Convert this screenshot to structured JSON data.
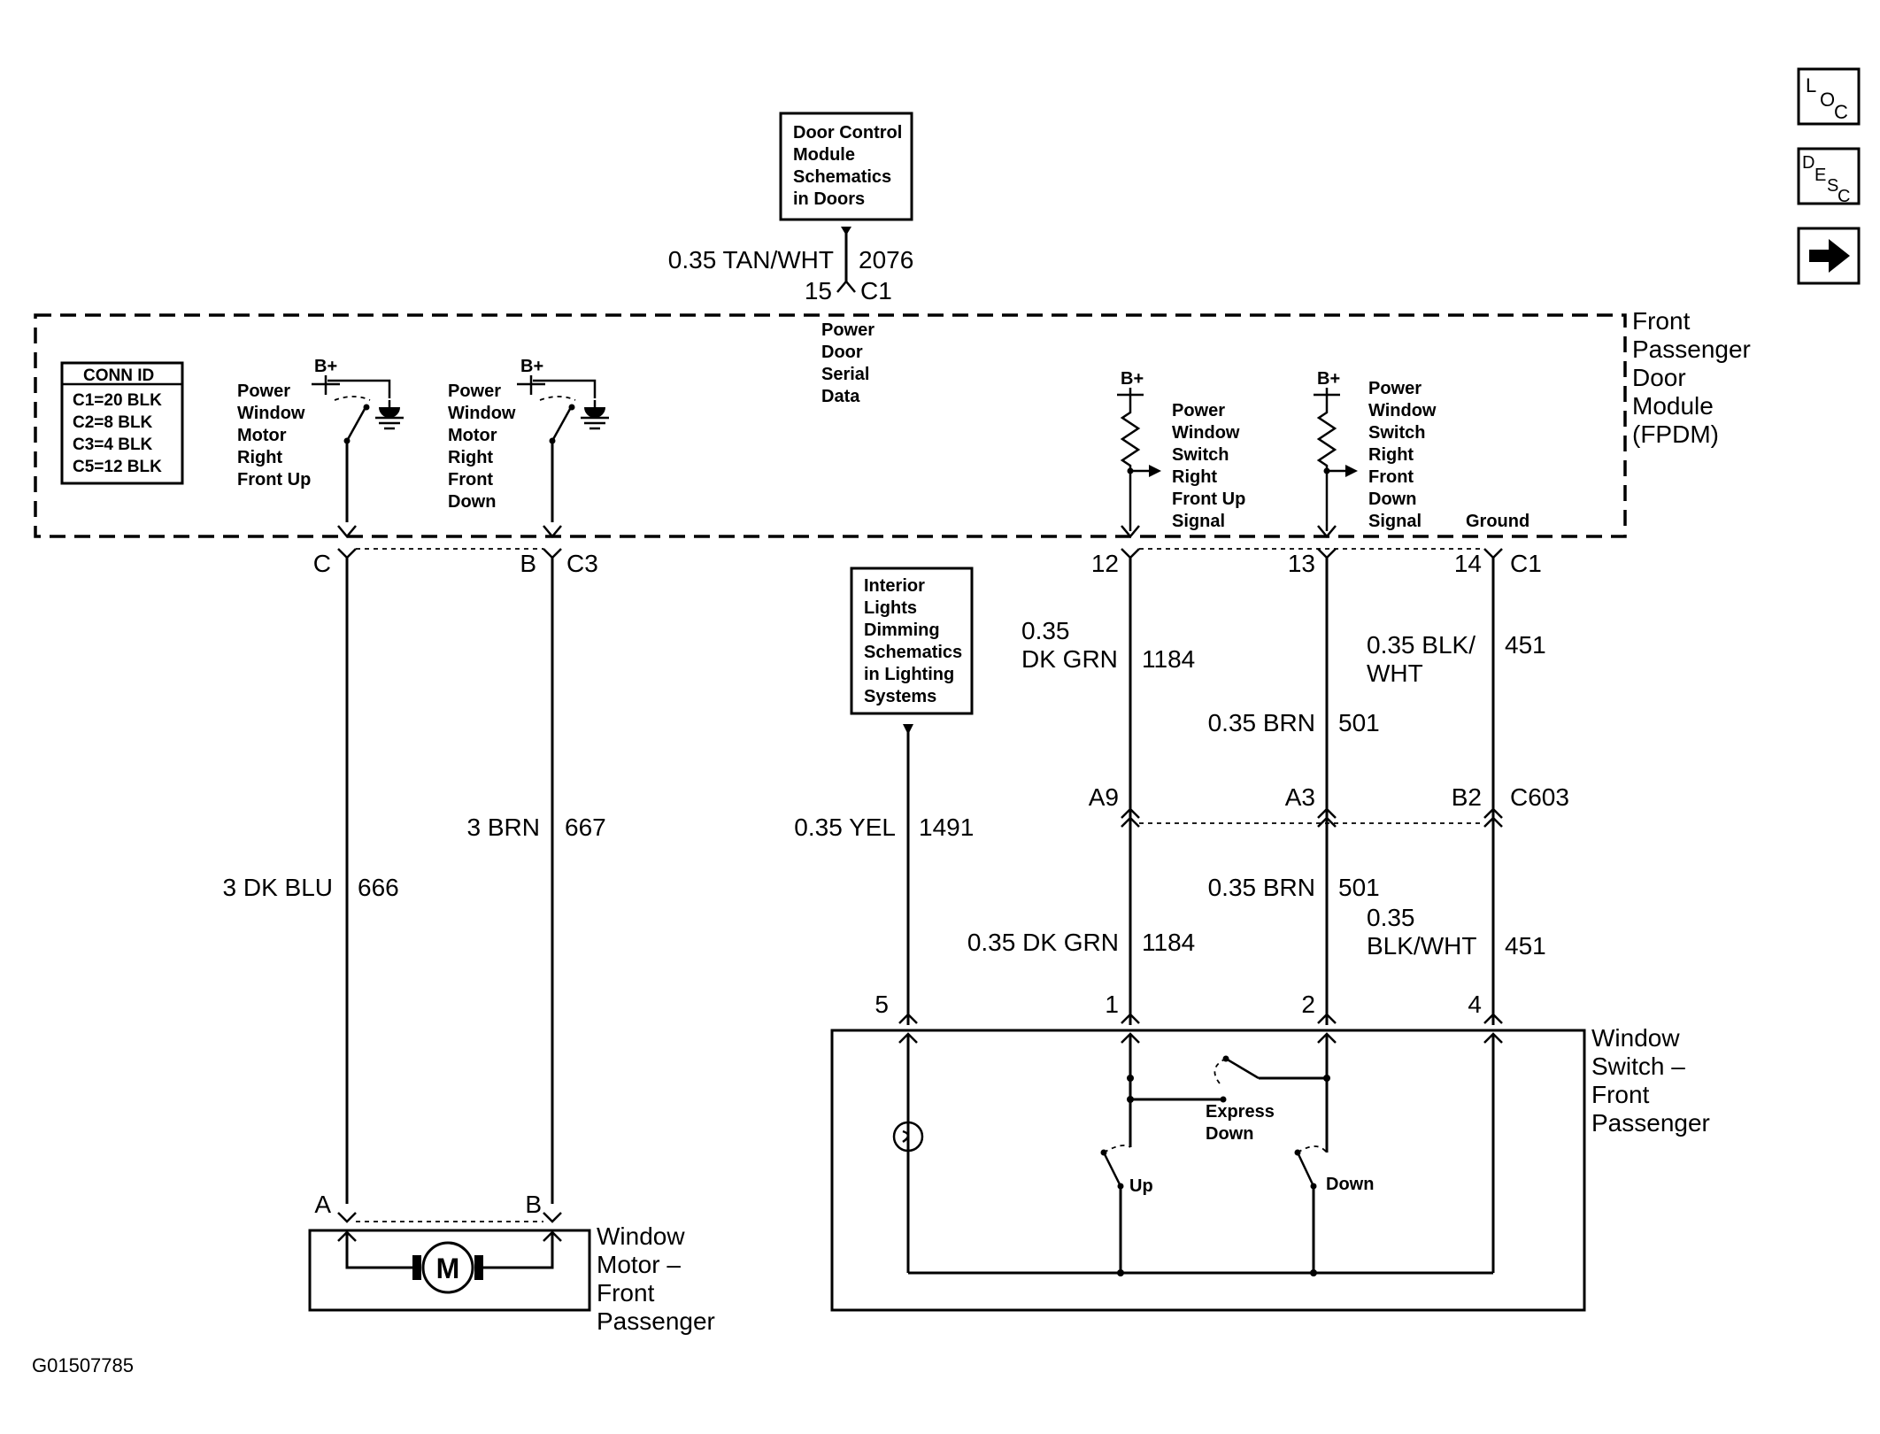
{
  "nav": {
    "loc": {
      "a": "L",
      "b": "O",
      "c": "C"
    },
    "desc": {
      "a": "D",
      "b": "E",
      "c": "S",
      "d": "C"
    }
  },
  "dcm_ref": {
    "lines": [
      "Door Control",
      "Module",
      "Schematics",
      "in Doors"
    ]
  },
  "top_wire": {
    "gauge_color": "0.35 TAN/WHT",
    "circuit": "2076",
    "pin": "15",
    "connector": "C1"
  },
  "serial_data": {
    "lines": [
      "Power",
      "Door",
      "Serial",
      "Data"
    ]
  },
  "module": {
    "lines": [
      "Front",
      "Passenger",
      "Door",
      "Module",
      "(FPDM)"
    ]
  },
  "conn_id": {
    "title": "CONN ID",
    "rows": [
      "C1=20 BLK",
      "C2=8 BLK",
      "C3=4 BLK",
      "C5=12 BLK"
    ]
  },
  "bplus": "B+",
  "relay_up": {
    "lines": [
      "Power",
      "Window",
      "Motor",
      "Right",
      "Front Up"
    ]
  },
  "relay_down": {
    "lines": [
      "Power",
      "Window",
      "Motor",
      "Right",
      "Front",
      "Down"
    ]
  },
  "sense_up": {
    "lines": [
      "Power",
      "Window",
      "Switch",
      "Right",
      "Front Up",
      "Signal"
    ]
  },
  "sense_down": {
    "lines": [
      "Power",
      "Window",
      "Switch",
      "Right",
      "Front",
      "Down",
      "Signal"
    ]
  },
  "ground_label": "Ground",
  "pins_bottom": {
    "c": "C",
    "b": "B",
    "c3": "C3",
    "p12": "12",
    "p13": "13",
    "p14": "14",
    "c1": "C1"
  },
  "wires": {
    "w666": {
      "gauge_color": "3 DK BLU",
      "circuit": "666"
    },
    "w667": {
      "gauge_color": "3 BRN",
      "circuit": "667"
    },
    "w1491": {
      "gauge_color": "0.35 YEL",
      "circuit": "1491"
    },
    "w1184_top": {
      "gauge": "0.35",
      "color": "DK GRN",
      "circuit": "1184"
    },
    "w501_top": {
      "gauge_color": "0.35 BRN",
      "circuit": "501"
    },
    "w451_top": {
      "line1": "0.35 BLK/",
      "line2": "WHT",
      "circuit": "451"
    },
    "w501_bot": {
      "gauge_color": "0.35 BRN",
      "circuit": "501"
    },
    "w1184_bot": {
      "gauge_color": "0.35 DK GRN",
      "circuit": "1184"
    },
    "w451_bot": {
      "gauge": "0.35",
      "color": "BLK/WHT",
      "circuit": "451"
    }
  },
  "interior_ref": {
    "lines": [
      "Interior",
      "Lights",
      "Dimming",
      "Schematics",
      "in Lighting",
      "Systems"
    ]
  },
  "c603": {
    "a9": "A9",
    "a3": "A3",
    "b2": "B2",
    "name": "C603"
  },
  "switch_pins": {
    "p5": "5",
    "p1": "1",
    "p2": "2",
    "p4": "4"
  },
  "window_switch": {
    "lines": [
      "Window",
      "Switch –",
      "Front",
      "Passenger"
    ],
    "express": [
      "Express",
      "Down"
    ],
    "up": "Up",
    "down": "Down"
  },
  "motor": {
    "pin_a": "A",
    "pin_b": "B",
    "symbol": "M",
    "lines": [
      "Window",
      "Motor –",
      "Front",
      "Passenger"
    ]
  },
  "figure_id": "G01507785"
}
